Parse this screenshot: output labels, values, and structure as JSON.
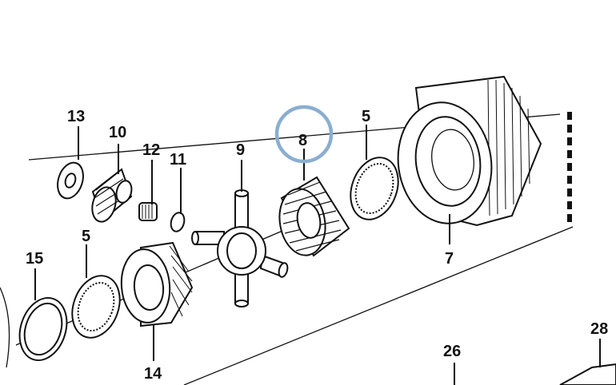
{
  "diagram": {
    "labels": [
      {
        "id": "p13",
        "text": "13"
      },
      {
        "id": "p10",
        "text": "10"
      },
      {
        "id": "p12",
        "text": "12"
      },
      {
        "id": "p11",
        "text": "11"
      },
      {
        "id": "p9",
        "text": "9"
      },
      {
        "id": "p8",
        "text": "8"
      },
      {
        "id": "p5a",
        "text": "5"
      },
      {
        "id": "p7",
        "text": "7"
      },
      {
        "id": "p5b",
        "text": "5"
      },
      {
        "id": "p15",
        "text": "15"
      },
      {
        "id": "p14",
        "text": "14"
      },
      {
        "id": "p26",
        "text": "26"
      },
      {
        "id": "p28",
        "text": "28"
      }
    ],
    "highlight_color": "#8aaed0",
    "highlighted_part": "8"
  }
}
